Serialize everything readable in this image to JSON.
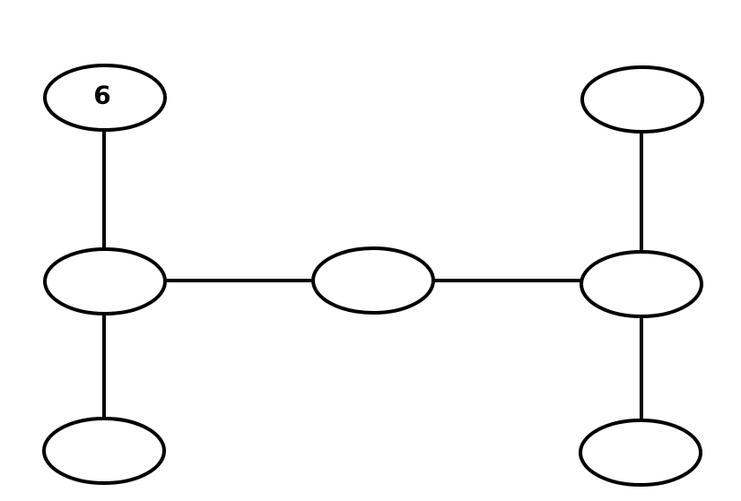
{
  "diagram": {
    "nodes": [
      {
        "id": "n1",
        "label": "6"
      },
      {
        "id": "n2",
        "label": ""
      },
      {
        "id": "n3",
        "label": ""
      },
      {
        "id": "n4",
        "label": ""
      },
      {
        "id": "n5",
        "label": ""
      },
      {
        "id": "n6",
        "label": ""
      },
      {
        "id": "n7",
        "label": ""
      }
    ],
    "edges": [
      {
        "from": "n1",
        "to": "n2"
      },
      {
        "from": "n2",
        "to": "n3"
      },
      {
        "from": "n2",
        "to": "n4"
      },
      {
        "from": "n4",
        "to": "n6"
      },
      {
        "from": "n5",
        "to": "n6"
      },
      {
        "from": "n6",
        "to": "n7"
      }
    ]
  }
}
